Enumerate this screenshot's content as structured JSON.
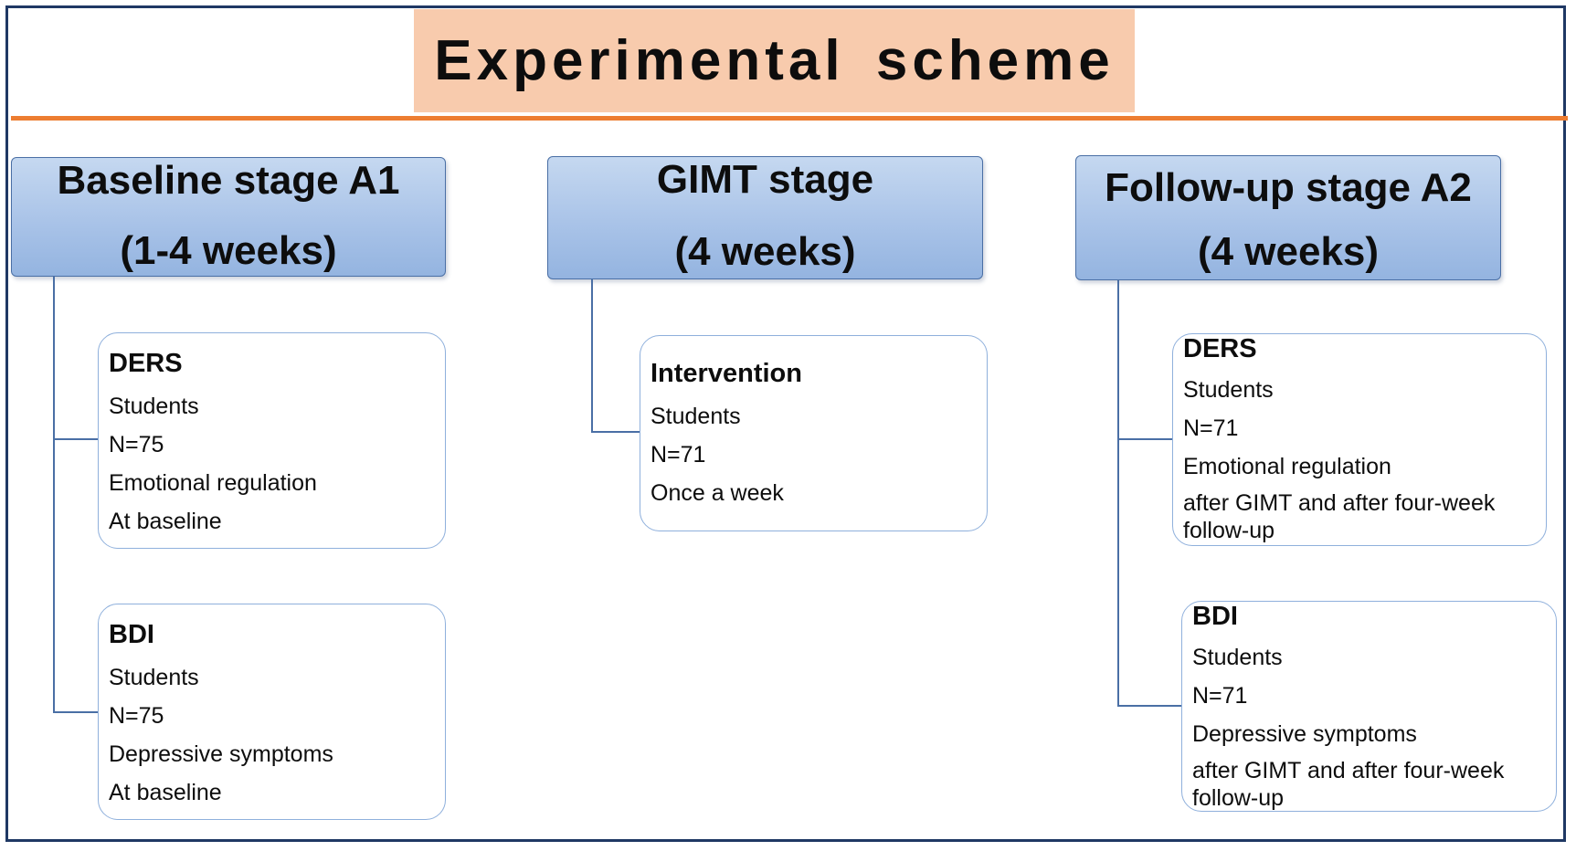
{
  "title": "Experimental scheme",
  "colors": {
    "title_bg": "#f8cbad",
    "title_rule": "#ed7d31",
    "frame": "#1f3864",
    "stage_fill": "#a9c3e8",
    "card_border": "#8fb0dc",
    "connector": "#4a6fa5"
  },
  "stages": {
    "baseline": {
      "line1": "Baseline stage A1",
      "line2": "(1-4 weeks)",
      "cards": [
        {
          "heading": "DERS",
          "lines": [
            "Students",
            "N=75",
            "Emotional regulation",
            "At baseline"
          ]
        },
        {
          "heading": "BDI",
          "lines": [
            "Students",
            "N=75",
            "Depressive symptoms",
            "At baseline"
          ]
        }
      ]
    },
    "gimt": {
      "line1": "GIMT stage",
      "line2": "(4 weeks)",
      "cards": [
        {
          "heading": "Intervention",
          "lines": [
            "Students",
            "N=71",
            "Once a week"
          ]
        }
      ]
    },
    "followup": {
      "line1": "Follow-up stage A2",
      "line2": "(4 weeks)",
      "cards": [
        {
          "heading": "DERS",
          "lines": [
            "Students",
            "N=71",
            "Emotional regulation",
            "after GIMT and after four-week follow-up"
          ]
        },
        {
          "heading": "BDI",
          "lines": [
            "Students",
            "N=71",
            "Depressive symptoms",
            "after GIMT and after four-week follow-up"
          ]
        }
      ]
    }
  }
}
